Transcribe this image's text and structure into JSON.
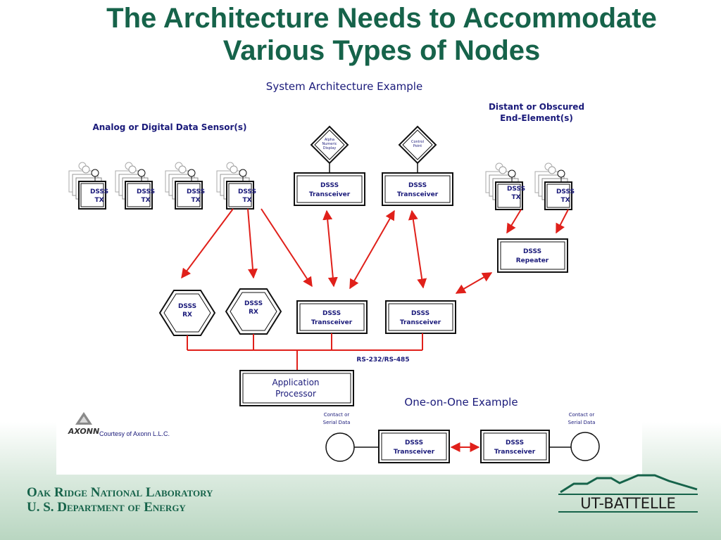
{
  "title": {
    "line1": "The Architecture Needs to Accommodate",
    "line2": "Various Types of Nodes"
  },
  "diagram": {
    "heading": "System Architecture Example",
    "sensor_label": "Analog or Digital Data Sensor(s)",
    "distant_label_1": "Distant or Obscured",
    "distant_label_2": "End-Element(s)",
    "tx_line1": "DSSS",
    "tx_line2": "TX",
    "rx_line1": "DSSS",
    "rx_line2": "RX",
    "transceiver_line1": "DSSS",
    "transceiver_line2": "Transceiver",
    "repeater_line1": "DSSS",
    "repeater_line2": "Repeater",
    "display_label": [
      "Alpha",
      "Numeric",
      "Display"
    ],
    "control_label": [
      "Control",
      "Point"
    ],
    "bus_label": "RS-232/RS-485",
    "processor_line1": "Application",
    "processor_line2": "Processor",
    "one_on_one_heading": "One-on-One Example",
    "contact_label_1": "Contact or",
    "contact_label_2": "Serial Data",
    "axonn_logo": "AXONN",
    "courtesy": "Courtesy of Axonn L.L.C.",
    "arrow_color": "#e0201a",
    "text_color": "#1a1a7a"
  },
  "footer": {
    "lab": "Oak Ridge National Laboratory",
    "dept": "U. S. Department of Energy",
    "logo_text": "UT-BATTELLE"
  }
}
